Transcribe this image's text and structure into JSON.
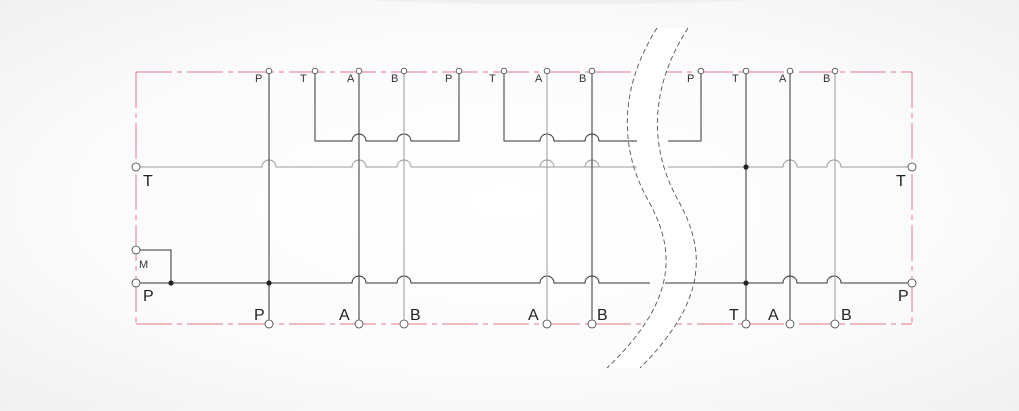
{
  "colors": {
    "boundary": "#e07a8a",
    "line_dark": "#333333",
    "line_light": "#9a9a9a",
    "break_line": "#555555"
  },
  "top_ports": [
    "P",
    "T",
    "A",
    "B",
    "P",
    "T",
    "A",
    "B",
    "P",
    "T",
    "A",
    "B"
  ],
  "bottom_ports": [
    "P",
    "A",
    "B",
    "A",
    "B",
    "T",
    "A",
    "B"
  ],
  "side_ports": {
    "left_tank": "T",
    "left_gauge": "M",
    "left_pressure": "P",
    "right_tank": "T",
    "right_pressure": "P"
  }
}
